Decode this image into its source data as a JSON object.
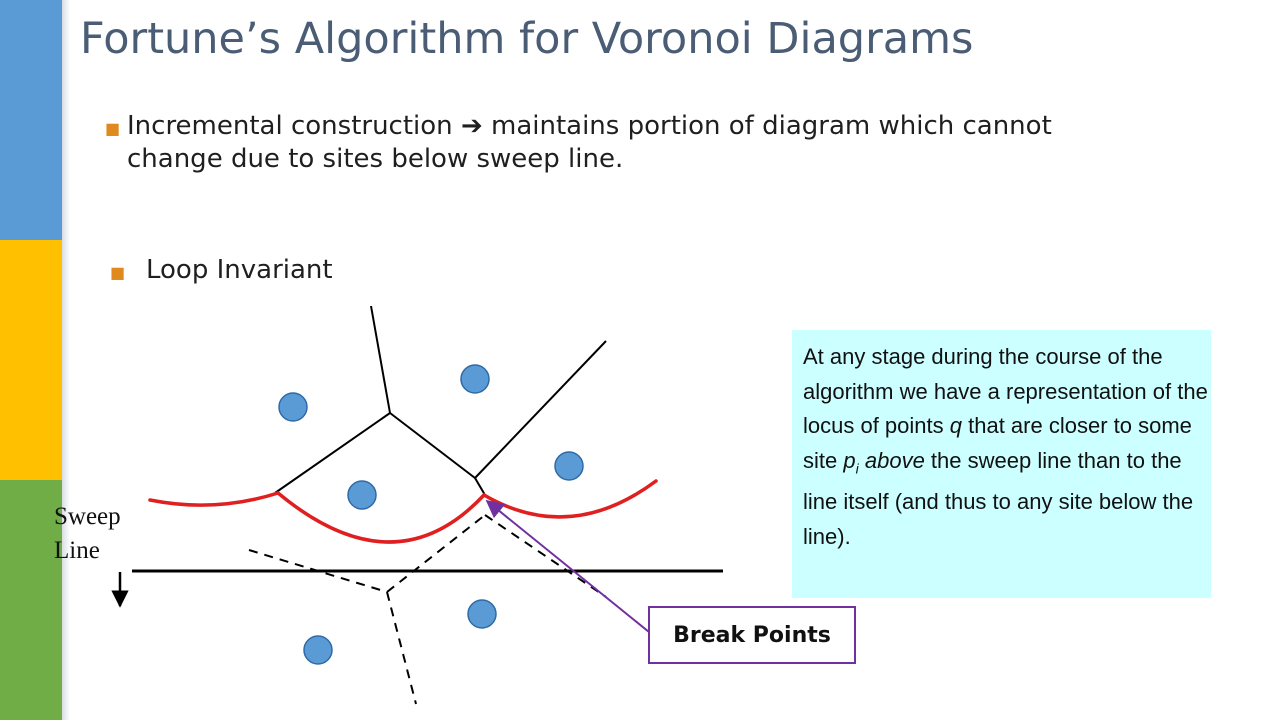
{
  "slide": {
    "title": "Fortune’s Algorithm for Voronoi Diagrams",
    "bullets": [
      {
        "before": "Incremental construction ",
        "arrow": "➔",
        "after": " maintains portion of diagram which cannot change due to sites below sweep line."
      },
      {
        "text": "Loop Invariant"
      }
    ]
  },
  "info_box": {
    "line1": "At any stage during the course of the algorithm we have a representation of the locus of points ",
    "q": "q",
    "line2": " that are closer to some site ",
    "p": "p",
    "sub": "i",
    "above": "above",
    "line3": " the sweep line than to the line itself (and thus to any site below the line)."
  },
  "break_points_label": "Break Points",
  "sweep_line_label": {
    "line1": "Sweep",
    "line2": "Line"
  },
  "colors": {
    "sidebar_blue": "#5b9bd5",
    "sidebar_yellow": "#ffc000",
    "sidebar_green": "#70ad47",
    "title": "#4a5d75",
    "site": "#5b9bd5",
    "beachline": "#e02020",
    "info_bg": "#ccffff",
    "arrow": "#7030a0"
  }
}
